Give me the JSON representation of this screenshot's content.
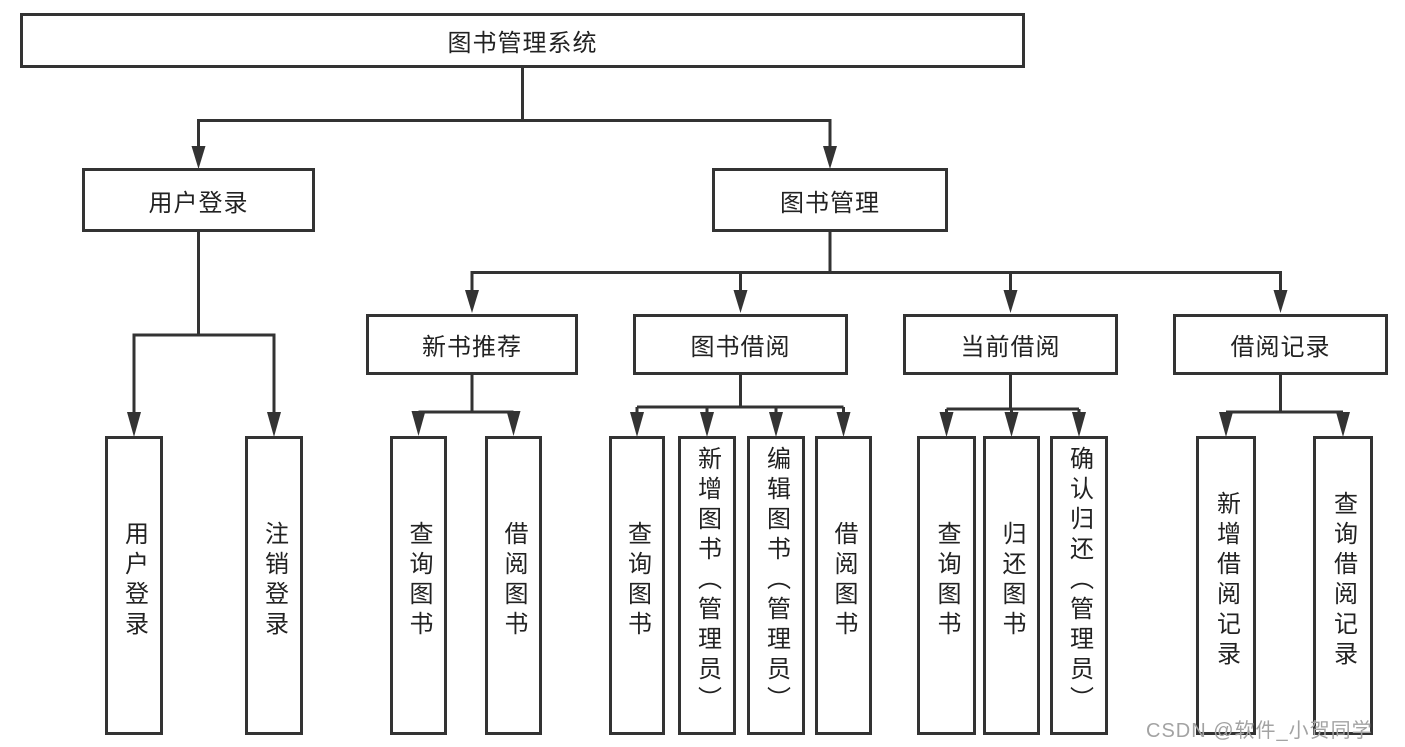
{
  "colors": {
    "line": "#333333",
    "text": "#222222",
    "watermark_color": "#a3a3a3",
    "background": "#ffffff"
  },
  "watermark": "CSDN @软件_小贺同学",
  "tree": {
    "root": {
      "label": "图书管理系统"
    },
    "branches": [
      {
        "label": "用户登录",
        "children": [
          {
            "label": "用户登录"
          },
          {
            "label": "注销登录"
          }
        ]
      },
      {
        "label": "图书管理",
        "children": [
          {
            "label": "新书推荐",
            "children": [
              {
                "label": "查询图书"
              },
              {
                "label": "借阅图书"
              }
            ]
          },
          {
            "label": "图书借阅",
            "children": [
              {
                "label": "查询图书"
              },
              {
                "label": "新增图书（管理员）"
              },
              {
                "label": "编辑图书（管理员）"
              },
              {
                "label": "借阅图书"
              }
            ]
          },
          {
            "label": "当前借阅",
            "children": [
              {
                "label": "查询图书"
              },
              {
                "label": "归还图书"
              },
              {
                "label": "确认归还（管理员）"
              }
            ]
          },
          {
            "label": "借阅记录",
            "children": [
              {
                "label": "新增借阅记录"
              },
              {
                "label": "查询借阅记录"
              }
            ]
          }
        ]
      }
    ]
  }
}
